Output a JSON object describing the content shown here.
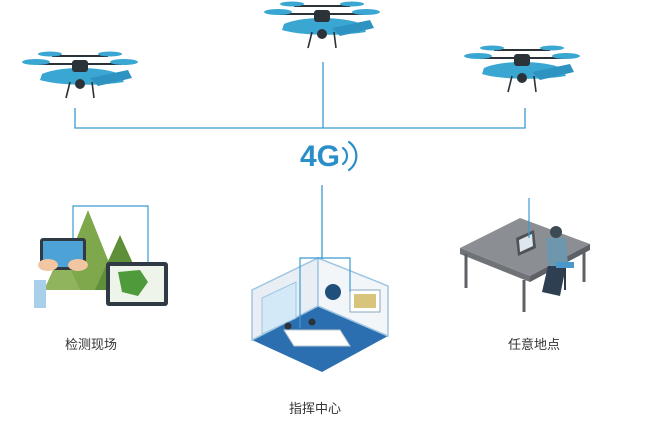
{
  "network": {
    "label": "4G",
    "color": "#2a8fc8"
  },
  "nodes": {
    "field": {
      "label": "检测现场"
    },
    "command": {
      "label": "指挥中心"
    },
    "anywhere": {
      "label": "任意地点"
    }
  },
  "colors": {
    "drone": "#3aa7d2",
    "drone_dark": "#2b3238",
    "line": "#3b9bd1",
    "tree": "#6e9d43",
    "room_floor": "#2b6fb0",
    "desk": "#8b8f94"
  },
  "icons": [
    "drone-icon",
    "signal-icon",
    "tablet-icon",
    "tree-icon",
    "command-room-icon",
    "workstation-icon"
  ]
}
